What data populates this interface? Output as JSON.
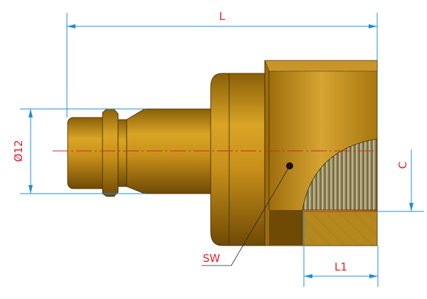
{
  "drawing": {
    "dimensions": {
      "length": "L",
      "diameter": "Ø12",
      "thread_offset": "C",
      "wrench_size": "SW",
      "thread_length": "L1"
    },
    "colors": {
      "brass": "#b8860b",
      "dimension_line": "#1f8ce0",
      "label": "#e0202a",
      "centerline": "#e0202a",
      "hatch": "#5a9a2a"
    }
  }
}
